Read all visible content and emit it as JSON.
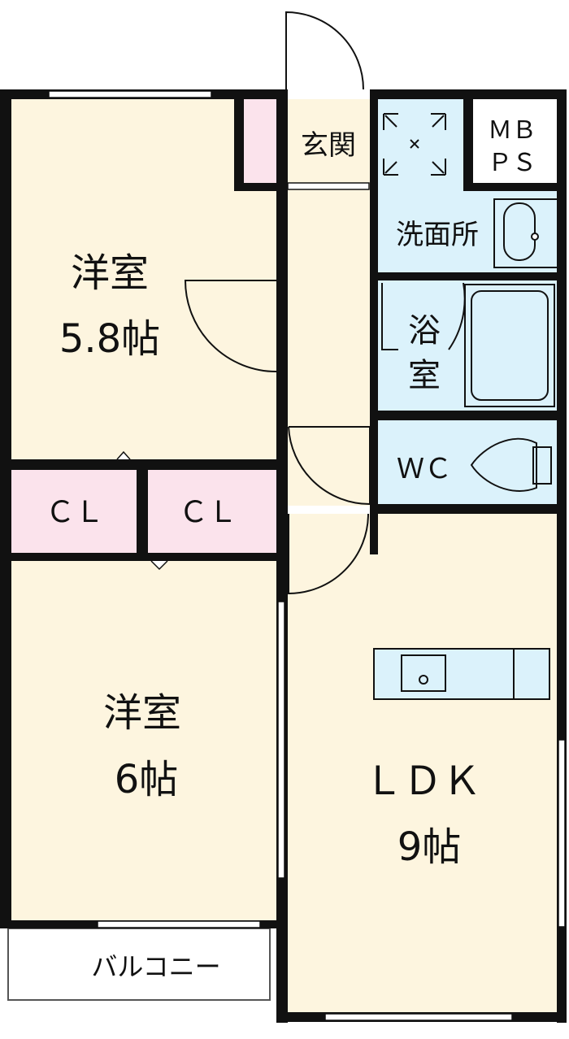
{
  "rooms": {
    "western_room_1": {
      "name": "洋室",
      "size": "5.8帖"
    },
    "western_room_2": {
      "name": "洋室",
      "size": "6帖"
    },
    "ldk": {
      "name": "ＬＤＫ",
      "size": "9帖"
    },
    "entrance": "玄関",
    "washroom": "洗面所",
    "bathroom_line1": "浴",
    "bathroom_line2": "室",
    "wc": "ＷＣ",
    "mbps_line1": "ＭＢ",
    "mbps_line2": "ＰＳ",
    "closet_1": "ＣＬ",
    "closet_2": "ＣＬ",
    "balcony": "バルコニー"
  },
  "colors": {
    "room": "#fdf5df",
    "wet_area": "#dbf2fb",
    "closet": "#fbe3ec",
    "wall": "#111111"
  }
}
